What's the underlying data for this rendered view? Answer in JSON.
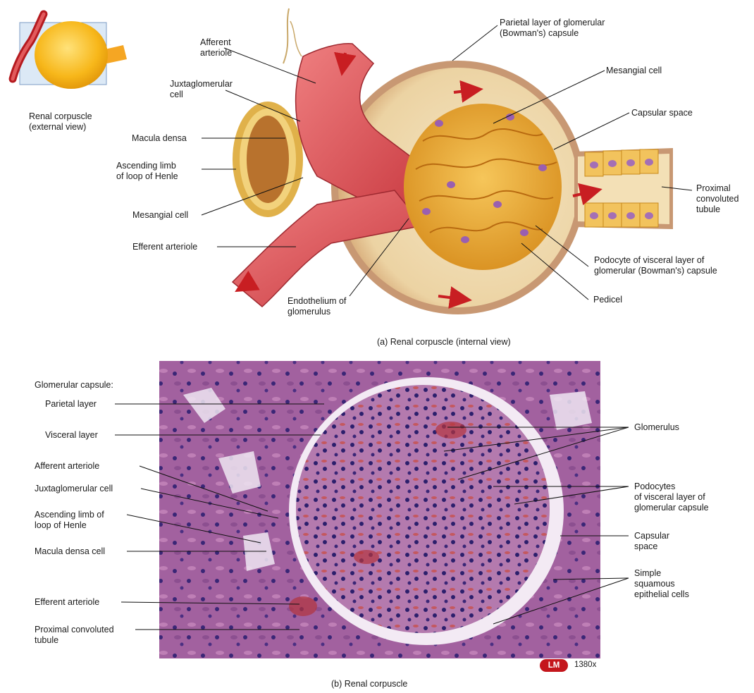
{
  "top": {
    "external_view_label": "Renal corpuscle\n(external view)",
    "caption": "(a) Renal corpuscle (internal view)",
    "labels": {
      "afferent_arteriole": "Afferent\narteriole",
      "juxtaglomerular_cell": "Juxtaglomerular\ncell",
      "macula_densa": "Macula densa",
      "ascending_limb": "Ascending limb\nof loop of Henle",
      "mesangial_cell_left": "Mesangial cell",
      "efferent_arteriole": "Efferent arteriole",
      "endothelium": "Endothelium of\nglomerulus",
      "parietal_layer": "Parietal layer of glomerular\n(Bowman's) capsule",
      "mesangial_cell_right": "Mesangial cell",
      "capsular_space": "Capsular space",
      "proximal_tubule": "Proximal\nconvoluted\ntubule",
      "podocyte": "Podocyte of visceral layer of\nglomerular (Bowman's) capsule",
      "pedicel": "Pedicel"
    }
  },
  "bottom": {
    "caption": "(b) Renal corpuscle",
    "lm_badge": "LM",
    "magnification": "1380x",
    "labels": {
      "glomerular_capsule": "Glomerular capsule:",
      "parietal_layer": "Parietal layer",
      "visceral_layer": "Visceral layer",
      "afferent_arteriole": "Afferent arteriole",
      "juxtaglomerular_cell": "Juxtaglomerular cell",
      "ascending_limb": "Ascending limb of\nloop of Henle",
      "macula_densa_cell": "Macula densa cell",
      "efferent_arteriole": "Efferent arteriole",
      "proximal_tubule": "Proximal convoluted\ntubule",
      "glomerulus": "Glomerulus",
      "podocytes": "Podocytes\nof visceral layer of\nglomerular capsule",
      "capsular_space": "Capsular\nspace",
      "simple_squamous": "Simple\nsquamous\nepithelial cells"
    }
  },
  "colors": {
    "vessel_red": "#d9545a",
    "capsule_cream": "#f1dfb8",
    "glomerulus_orange": "#e8a830",
    "histology_purple": "#a2619f",
    "nucleus_blue": "#2c1f6c",
    "lm_red": "#c4161c"
  }
}
